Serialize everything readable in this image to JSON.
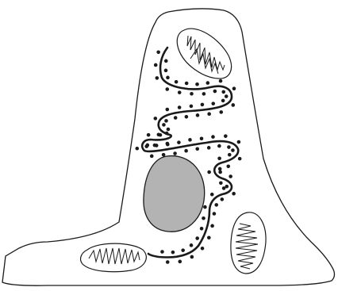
{
  "diagram": {
    "colors": {
      "outline": "#1a1a1a",
      "membrane": "#1a1a1a",
      "ribosome": "#1a1a1a",
      "nucleus_fill": "#b3b3b3",
      "background": "#ffffff"
    },
    "parts": [
      "cell-membrane",
      "nucleus",
      "rough-endoplasmic-reticulum",
      "ribosomes",
      "mitochondrion-top",
      "mitochondrion-bottom-left",
      "mitochondrion-bottom-right"
    ]
  }
}
